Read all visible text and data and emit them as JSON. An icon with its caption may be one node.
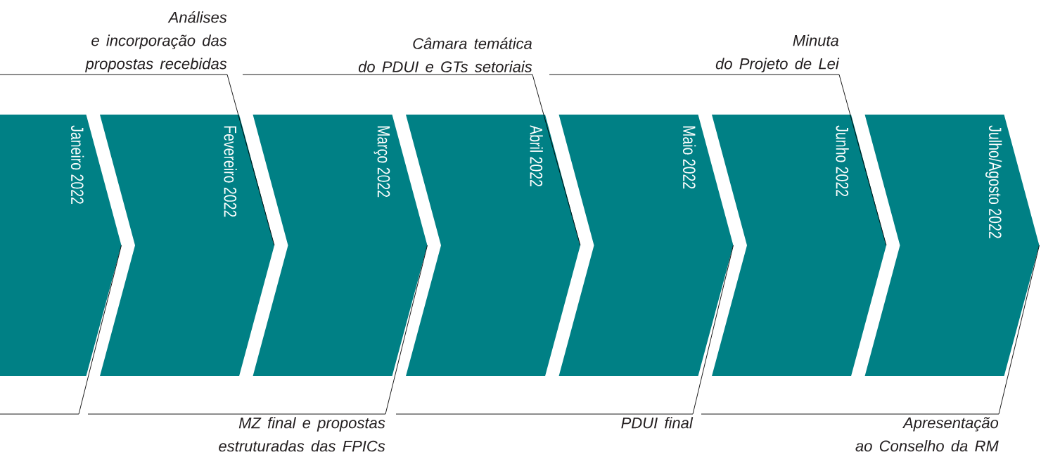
{
  "diagram": {
    "nodes": [
      {
        "text": [
          "Análises e incorporação das propostas recebidas"
        ]
      },
      {
        "text": [
          "Câmara temática do PDUI e GTs setoriais"
        ]
      },
      {
        "text": [
          "Minuta do Projeto de Lei"
        ]
      },
      {
        "text": [
          "Janeiro 2022"
        ]
      },
      {
        "text": [
          "Fevereiro 2022"
        ]
      },
      {
        "text": [
          "Março 2022"
        ]
      },
      {
        "text": [
          "Abril 2022"
        ]
      },
      {
        "text": [
          "Maio 2022"
        ]
      },
      {
        "text": [
          "Junho 2022"
        ]
      },
      {
        "text": [
          "Julho/Agosto 2022"
        ]
      },
      {
        "text": [
          "MZ final e propostas estruturadas das FPICs"
        ]
      },
      {
        "text": [
          "PDUI final"
        ]
      },
      {
        "text": [
          "Apresentação ao Conselho da RM"
        ]
      }
    ],
    "edges": [
      {
        "from": 0,
        "to": 4,
        "arrow": "none"
      },
      {
        "from": 1,
        "to": 6,
        "arrow": "none"
      },
      {
        "from": 2,
        "to": 8,
        "arrow": "none"
      },
      {
        "from": null,
        "to": 3,
        "arrow": "none"
      },
      {
        "from": 10,
        "to": 5,
        "arrow": "none"
      },
      {
        "from": 11,
        "to": 7,
        "arrow": "none"
      },
      {
        "from": 12,
        "to": 9,
        "arrow": "none"
      }
    ]
  }
}
